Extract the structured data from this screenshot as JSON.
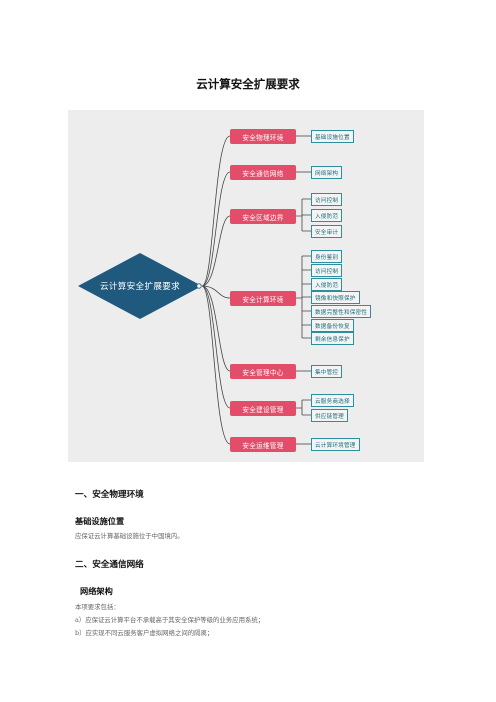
{
  "title": "云计算安全扩展要求",
  "mindmap": {
    "root": "云计算安全扩展要求",
    "branches": [
      {
        "label": "安全物理环境",
        "leaves": [
          "基础设施位置"
        ]
      },
      {
        "label": "安全通信网络",
        "leaves": [
          "网络架构"
        ]
      },
      {
        "label": "安全区域边界",
        "leaves": [
          "访问控制",
          "入侵防范",
          "安全审计"
        ]
      },
      {
        "label": "安全计算环境",
        "leaves": [
          "身份鉴别",
          "访问控制",
          "入侵防范",
          "镜像和快照保护",
          "数据完整性和保密性",
          "数据备份恢复",
          "剩余信息保护"
        ]
      },
      {
        "label": "安全管理中心",
        "leaves": [
          "集中管控"
        ]
      },
      {
        "label": "安全建设管理",
        "leaves": [
          "云服务商选择",
          "供应链管理"
        ]
      },
      {
        "label": "安全运维管理",
        "leaves": [
          "云计算环境管理"
        ]
      }
    ],
    "colors": {
      "root": "#1f5a7e",
      "branch": "#e34d6a",
      "leaf_border": "#2d8f9e",
      "line": "#444444",
      "background": "#ededed"
    }
  },
  "sections": {
    "s1_heading": "一、安全物理环境",
    "s1_sub": "基础设施位置",
    "s1_text": "应保证云计算基础设施位于中国境内。",
    "s2_heading": "二、安全通信网络",
    "s2_sub": "网络架构",
    "s2_intro": "本项要求包括：",
    "s2_item_a": "a）应保证云计算平台不承载高于其安全保护等级的业务应用系统；",
    "s2_item_b": "b）应实现不同云服务客户虚拟网络之间的隔离；"
  }
}
